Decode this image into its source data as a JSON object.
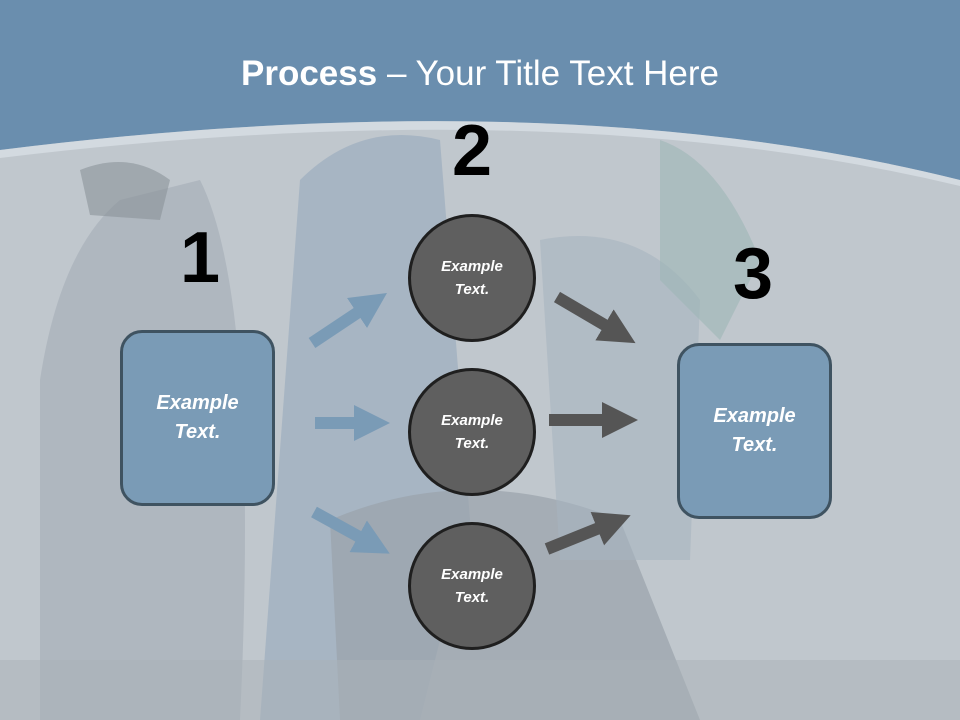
{
  "slide": {
    "title_bold": "Process",
    "title_rest": " – Your Title Text Here",
    "step_numbers": [
      "1",
      "2",
      "3"
    ],
    "left_box": "Example Text.",
    "right_box": "Example Text.",
    "circles": [
      "Example Text.",
      "Example Text.",
      "Example Text."
    ]
  },
  "colors": {
    "header_band": "#6a8eae",
    "box_fill": "#7a9bb6",
    "circle_fill": "#5f5f5f",
    "left_arrow": "#7a9bb6",
    "right_arrow": "#555555"
  }
}
